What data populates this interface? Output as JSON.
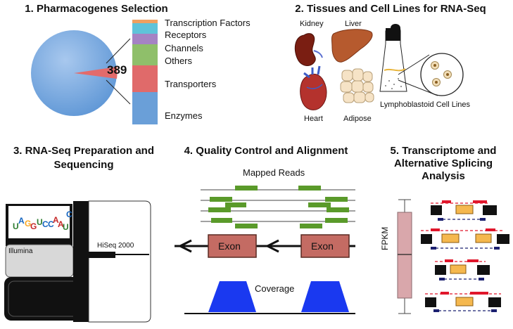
{
  "panel1": {
    "title": "1. Pharmacogenes  Selection",
    "total": "389",
    "categories": [
      "Transcription Factors",
      "Receptors",
      "Channels",
      "Others",
      "Transporters",
      "Enzymes"
    ]
  },
  "panel2": {
    "title": "2. Tissues and Cell Lines for RNA-Seq",
    "tissues": [
      "Kidney",
      "Liver",
      "Heart",
      "Adipose"
    ],
    "cell_lines": "Lymphoblastoid Cell Lines"
  },
  "panel3": {
    "title_line1": "3. RNA-Seq Preparation and",
    "title_line2": "Sequencing",
    "screen_text": "AGGUCCAAUUC",
    "brand": "Illumina",
    "instrument": "HiSeq 2000"
  },
  "panel4": {
    "title": "4. Quality Control and Alignment",
    "mapped_reads": "Mapped Reads",
    "exon_label": "Exon",
    "coverage": "Coverage"
  },
  "panel5": {
    "title_line1": "5. Transcriptome  and",
    "title_line2": "Alternative  Splicing",
    "title_line3": "Analysis",
    "ylabel": "FPKM"
  },
  "colors": {
    "pie": "#6a9fd8",
    "transporters": "#e06a6a",
    "enzymes": "#6a9fd8",
    "others": "#8fb9e6",
    "channels": "#8fbf6a",
    "receptors": "#a583c4",
    "tfs": "#f0a060",
    "read_green": "#5a9a2a",
    "exon_fill": "#c46b63",
    "coverage_blue": "#1a39f0",
    "box_pink": "#d9a7ab",
    "orange_exon": "#f5b84e",
    "red_line": "#e0162b",
    "navy_line": "#1b2070"
  }
}
